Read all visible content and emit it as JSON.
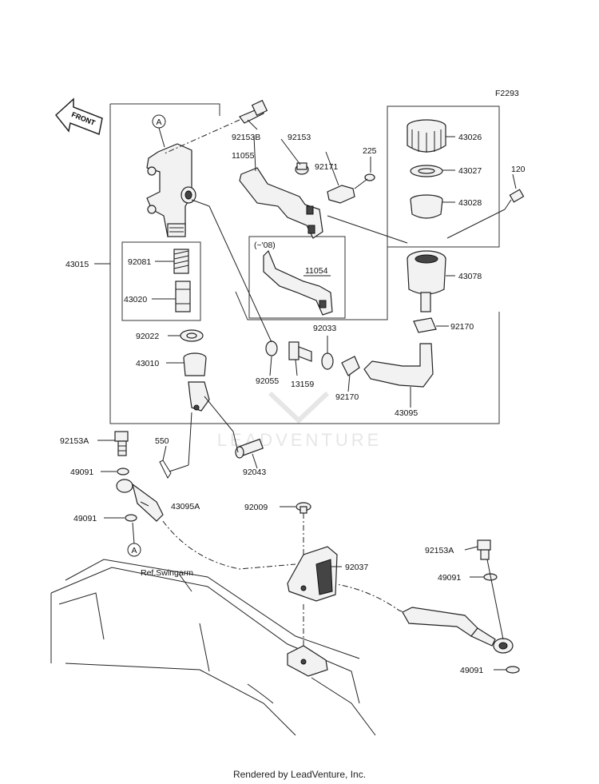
{
  "diagram_id": "F2293",
  "front_label": "FRONT",
  "ref_label": "Ref.Swingarm",
  "note_label": "(~'08)",
  "marker_label": "A",
  "watermark": "LEADVENTURE",
  "footer": "Rendered by LeadVenture, Inc.",
  "parts": [
    {
      "id": "p-92153b",
      "text": "92153B"
    },
    {
      "id": "p-92153",
      "text": "92153"
    },
    {
      "id": "p-11055",
      "text": "11055"
    },
    {
      "id": "p-92171",
      "text": "92171"
    },
    {
      "id": "p-225",
      "text": "225"
    },
    {
      "id": "p-43026",
      "text": "43026"
    },
    {
      "id": "p-43027",
      "text": "43027"
    },
    {
      "id": "p-120",
      "text": "120"
    },
    {
      "id": "p-43028",
      "text": "43028"
    },
    {
      "id": "p-43015",
      "text": "43015"
    },
    {
      "id": "p-92081",
      "text": "92081"
    },
    {
      "id": "p-11054",
      "text": "11054"
    },
    {
      "id": "p-43078",
      "text": "43078"
    },
    {
      "id": "p-43020",
      "text": "43020"
    },
    {
      "id": "p-92022",
      "text": "92022"
    },
    {
      "id": "p-92033",
      "text": "92033"
    },
    {
      "id": "p-92170a",
      "text": "92170"
    },
    {
      "id": "p-43010",
      "text": "43010"
    },
    {
      "id": "p-92055",
      "text": "92055"
    },
    {
      "id": "p-13159",
      "text": "13159"
    },
    {
      "id": "p-92170b",
      "text": "92170"
    },
    {
      "id": "p-43095",
      "text": "43095"
    },
    {
      "id": "p-92153a-l",
      "text": "92153A"
    },
    {
      "id": "p-550",
      "text": "550"
    },
    {
      "id": "p-49091-1",
      "text": "49091"
    },
    {
      "id": "p-92043",
      "text": "92043"
    },
    {
      "id": "p-43095a",
      "text": "43095A"
    },
    {
      "id": "p-92009",
      "text": "92009"
    },
    {
      "id": "p-49091-2",
      "text": "49091"
    },
    {
      "id": "p-92037",
      "text": "92037"
    },
    {
      "id": "p-92153a-r",
      "text": "92153A"
    },
    {
      "id": "p-49091-3",
      "text": "49091"
    },
    {
      "id": "p-49091-4",
      "text": "49091"
    }
  ]
}
